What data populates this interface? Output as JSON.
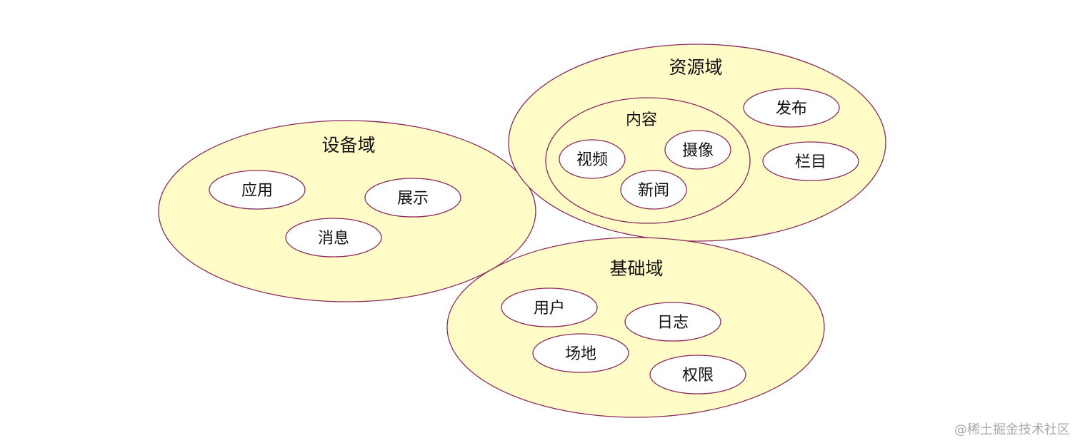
{
  "domains": {
    "device": {
      "title": "设备域",
      "items": {
        "app": "应用",
        "display": "展示",
        "message": "消息"
      }
    },
    "resource": {
      "title": "资源域",
      "content": {
        "title": "内容",
        "items": {
          "video": "视频",
          "camera": "摄像",
          "news": "新闻"
        }
      },
      "items": {
        "publish": "发布",
        "column": "栏目"
      }
    },
    "base": {
      "title": "基础域",
      "items": {
        "user": "用户",
        "log": "日志",
        "venue": "场地",
        "permission": "权限"
      }
    }
  },
  "watermark": "@稀土掘金技术社区",
  "colors": {
    "domain_fill": "#fffcc8",
    "stroke": "#8a2a5c",
    "node_fill": "#ffffff",
    "watermark": "#a9a9a9"
  }
}
